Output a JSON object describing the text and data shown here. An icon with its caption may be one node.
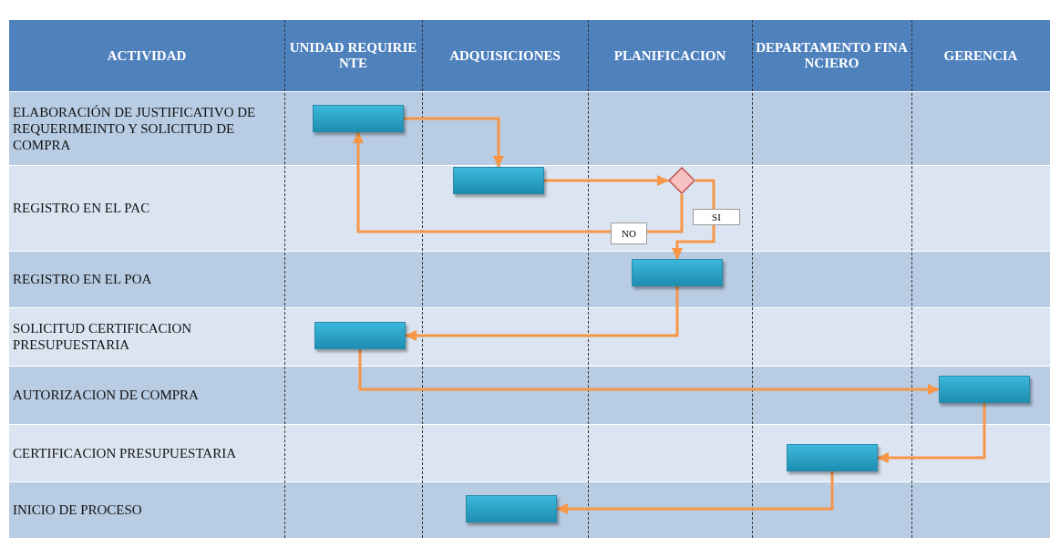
{
  "diagram": {
    "nodes": [
      {
        "text": [],
        "shape": "box"
      },
      {
        "text": [],
        "shape": "box"
      },
      {
        "text": [],
        "shape": "diamond"
      },
      {
        "text": [],
        "shape": "box"
      },
      {
        "text": [],
        "shape": "box"
      },
      {
        "text": [],
        "shape": "box"
      },
      {
        "text": [],
        "shape": "box"
      },
      {
        "text": [],
        "shape": "box"
      }
    ],
    "edges": [
      {
        "from": 0,
        "to": 1,
        "arrow": "to"
      },
      {
        "from": 1,
        "to": 2,
        "arrow": "to"
      },
      {
        "from": 2,
        "to": 0,
        "arrow": "to",
        "label": "NO"
      },
      {
        "from": 2,
        "to": 3,
        "arrow": "to",
        "label": "SI"
      },
      {
        "from": 3,
        "to": 4,
        "arrow": "to"
      },
      {
        "from": 4,
        "to": 5,
        "arrow": "to"
      },
      {
        "from": 5,
        "to": 6,
        "arrow": "to"
      },
      {
        "from": 6,
        "to": 7,
        "arrow": "to"
      }
    ],
    "labels": [
      "ACTIVIDAD",
      "UNIDAD REQUIRIENTE",
      "ADQUISICIONES",
      "PLANIFICACION",
      "DEPARTAMENTO FINANCIERO",
      "GERENCIA",
      "ELABORACIÓN DE JUSTIFICATIVO DE REQUERIMEINTO Y SOLICITUD DE COMPRA",
      "REGISTRO EN EL PAC",
      "REGISTRO EN EL POA",
      "SOLICITUD CERTIFICACION PRESUPUESTARIA",
      "AUTORIZACION DE COMPRA",
      "CERTIFICACION PRESUPUESTARIA",
      "INICIO DE PROCESO"
    ]
  }
}
